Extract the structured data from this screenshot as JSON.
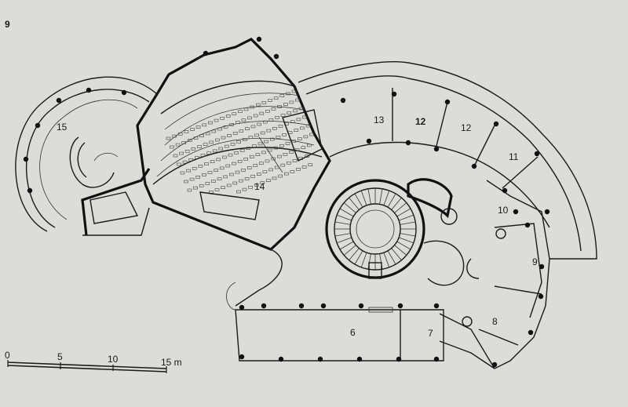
{
  "figure_number": "9",
  "rooms": [
    {
      "id": "room-15",
      "label": "15"
    },
    {
      "id": "room-14",
      "label": "14"
    },
    {
      "id": "room-13",
      "label": "13"
    },
    {
      "id": "room-12a",
      "label": "12"
    },
    {
      "id": "room-12b",
      "label": "12"
    },
    {
      "id": "room-11",
      "label": "11"
    },
    {
      "id": "room-10",
      "label": "10"
    },
    {
      "id": "room-9",
      "label": "9"
    },
    {
      "id": "room-8",
      "label": "8"
    },
    {
      "id": "room-7",
      "label": "7"
    },
    {
      "id": "room-6",
      "label": "6"
    }
  ],
  "scale_bar": {
    "ticks": [
      "0",
      "5",
      "10",
      "15 m"
    ]
  },
  "colors": {
    "background": "#dcdcd8",
    "ink": "#1a1a1a"
  }
}
